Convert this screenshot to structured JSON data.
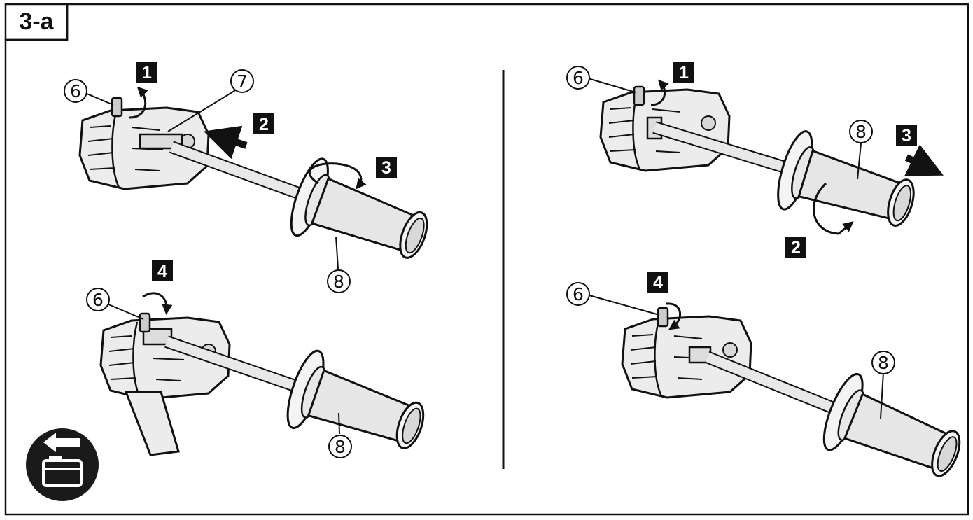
{
  "figure": {
    "label": "3-a"
  },
  "callouts": {
    "lever": "6",
    "mount": "7",
    "handle": "8"
  },
  "steps": [
    "1",
    "2",
    "3",
    "4"
  ],
  "icons": {
    "remove_battery": "battery-removal-icon",
    "direction": "arrow-left-icon"
  },
  "colors": {
    "ink": "#111111",
    "paper": "#ffffff",
    "shade": "#d8d8d8",
    "tool": "#e8e8e8"
  }
}
